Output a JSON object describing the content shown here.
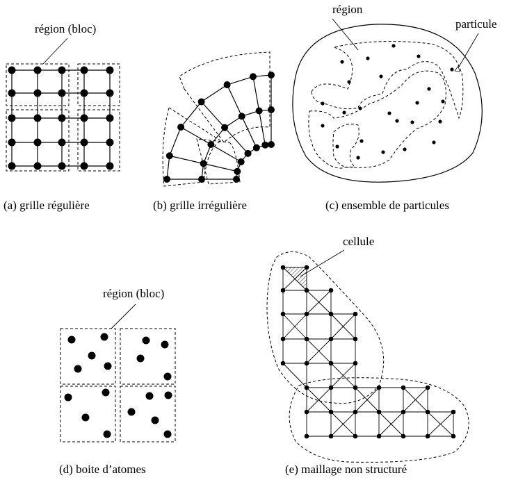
{
  "panels": {
    "a": {
      "caption": "(a) grille régulière",
      "label": "région (bloc)"
    },
    "b": {
      "caption": "(b) grille irrégulière"
    },
    "c": {
      "caption": "(c) ensemble de particules",
      "label_region": "région",
      "label_particle": "particule"
    },
    "d": {
      "caption": "(d) boite d’atomes",
      "label": "région (bloc)"
    },
    "e": {
      "caption": "(e) maillage non structuré",
      "label": "cellule"
    }
  }
}
